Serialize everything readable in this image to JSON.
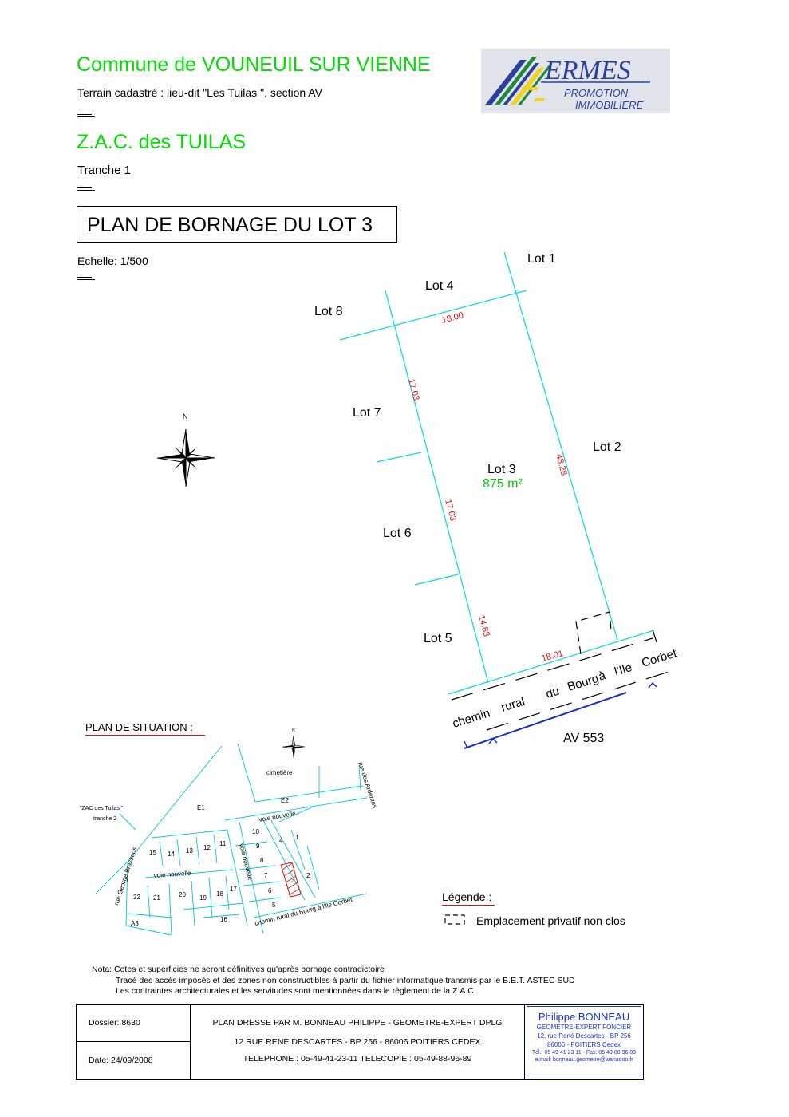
{
  "header": {
    "commune": "Commune de VOUNEUIL SUR VIENNE",
    "terrain": "Terrain cadastré : lieu-dit \"Les Tuilas \", section AV",
    "zac": "Z.A.C. des TUILAS",
    "tranche": "Tranche 1",
    "plan_title": "PLAN DE BORNAGE DU LOT 3",
    "echelle": "Echelle: 1/500"
  },
  "logo": {
    "name": "ERMES",
    "line1": "PROMOTION",
    "line2": "IMMOBILIERE",
    "colors": {
      "blue": "#2b3f9e",
      "green": "#1f8a3a",
      "yellow": "#f2d21a"
    }
  },
  "plan": {
    "north": "N",
    "lots": {
      "lot1": "Lot 1",
      "lot2": "Lot 2",
      "lot3": "Lot 3",
      "lot4": "Lot 4",
      "lot5": "Lot 5",
      "lot6": "Lot 6",
      "lot7": "Lot 7",
      "lot8": "Lot 8"
    },
    "area": "875 m²",
    "dimensions": {
      "top": "18.00",
      "left_upper": "17.03",
      "left_middle": "17.03",
      "left_lower": "14.83",
      "right": "48.28",
      "bottom": "18.01"
    },
    "road_words": [
      "chemin",
      "rural",
      "du",
      "Bourg",
      "à",
      "l'Ile",
      "Corbet"
    ],
    "parcel": "AV 553",
    "colors": {
      "boundary": "#00d8e8",
      "dimension": "#e01010",
      "area": "#00cc00",
      "parcel_line": "#1530c8"
    }
  },
  "situation": {
    "title": "PLAN DE SITUATION :",
    "north": "N",
    "labels": {
      "cimetiere": "cimetière",
      "rue_ardentes": "rue des Ardentes",
      "zac_tranche2_a": "\"ZAC des Tuilas \"",
      "zac_tranche2_b": "tranche 2",
      "e1": "E1",
      "e2": "E2",
      "voie_nouvelle_top": "voie nouvelle",
      "voie_nouvelle_mid": "voie nouvelle",
      "voie_nouvelle_vert": "voie nouvelle",
      "rue_brassens": "rue George Brassens",
      "chemin": "chemin rural du Bourg à l'Ile Corbet",
      "a3": "A3"
    },
    "lot_numbers": [
      "1",
      "2",
      "3",
      "4",
      "5",
      "6",
      "7",
      "8",
      "9",
      "10",
      "11",
      "12",
      "13",
      "14",
      "15",
      "16",
      "17",
      "18",
      "19",
      "20",
      "21",
      "22"
    ]
  },
  "legend": {
    "title": "Légende :",
    "item": "Emplacement privatif non clos"
  },
  "nota": {
    "line1": "Nota: Cotes et superficies ne seront définitives qu'après bornage contradictoire",
    "line2": "Tracé des accès imposés et des zones non constructibles à partir du fichier informatique transmis par le B.E.T. ASTEC SUD",
    "line3": "Les contraintes architecturales et les servitudes sont mentionnées dans le règlement de la Z.A.C."
  },
  "footer": {
    "dossier": "Dossier: 8630",
    "date": "Date: 24/09/2008",
    "line1": "PLAN DRESSE PAR M. BONNEAU PHILIPPE - GEOMETRE-EXPERT DPLG",
    "line2": "12 RUE RENE DESCARTES - BP 256 - 86006 POITIERS CEDEX",
    "line3": "TELEPHONE : 05-49-41-23-11  TELECOPIE : 05-49-88-96-89",
    "stamp_name": "Philippe BONNEAU",
    "stamp_title": "GEOMETRE-EXPERT FONCIER",
    "stamp_addr": "12, rue René Descartes - BP 256",
    "stamp_city": "86006 -  POITIERS Cedex",
    "stamp_tel": "Tél.: 05 49 41 23 11 - Fax: 05 49 88 96 89",
    "stamp_email": "e.mail: bonneau.geometre@wanadoo.fr"
  }
}
